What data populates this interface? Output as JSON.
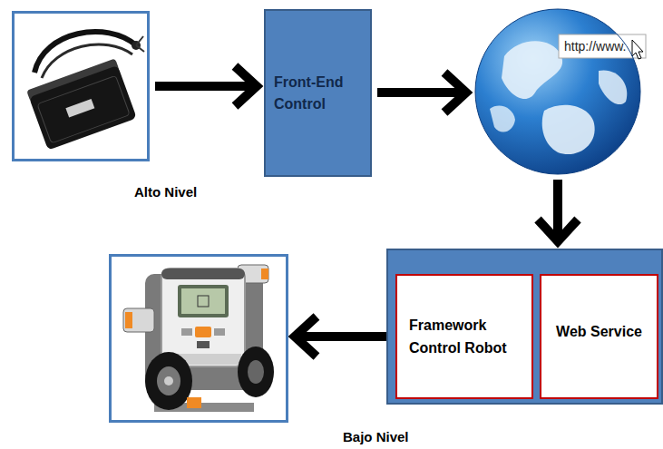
{
  "diagram": {
    "nodes": [
      {
        "text": [
          "Alto Nivel"
        ]
      },
      {
        "text": [
          "Front-End Control"
        ]
      },
      {
        "text": [
          "http://www."
        ]
      },
      {
        "text": [
          "Bajo Nivel"
        ]
      },
      {
        "text": []
      },
      {
        "text": [
          "Framework Control Robot"
        ],
        "in": 4
      },
      {
        "text": [
          "Web Service"
        ],
        "in": 4
      }
    ],
    "edges": [
      {
        "from": 0,
        "to": 1,
        "arrow": "to"
      },
      {
        "from": 1,
        "to": 2,
        "arrow": "to"
      },
      {
        "from": 2,
        "to": 4,
        "arrow": "to"
      },
      {
        "from": 5,
        "to": 3,
        "arrow": "to"
      }
    ]
  }
}
